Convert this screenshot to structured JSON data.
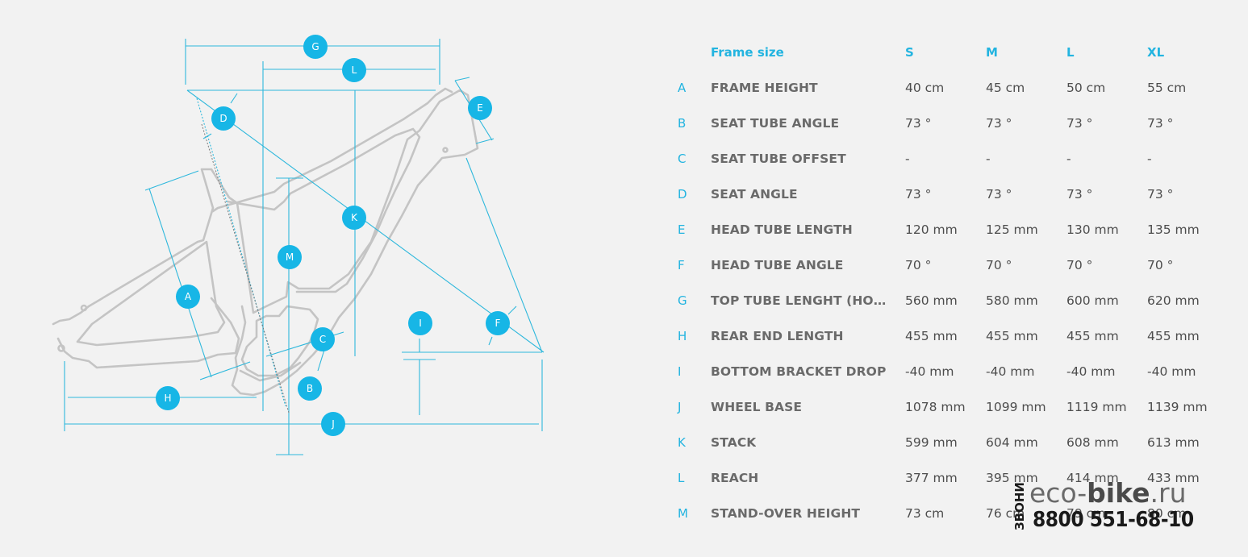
{
  "diagram": {
    "badges": [
      "G",
      "L",
      "D",
      "E",
      "K",
      "M",
      "A",
      "C",
      "I",
      "F",
      "B",
      "H",
      "J"
    ]
  },
  "table": {
    "headers": {
      "frame_size": "Frame size",
      "sizes": [
        "S",
        "M",
        "L",
        "XL"
      ]
    },
    "rows": [
      {
        "letter": "A",
        "label": "FRAME HEIGHT",
        "values": [
          "40 cm",
          "45 cm",
          "50 cm",
          "55 cm"
        ]
      },
      {
        "letter": "B",
        "label": "SEAT TUBE ANGLE",
        "values": [
          "73 °",
          "73 °",
          "73 °",
          "73 °"
        ]
      },
      {
        "letter": "C",
        "label": "SEAT TUBE OFFSET",
        "values": [
          "-",
          "-",
          "-",
          "-"
        ]
      },
      {
        "letter": "D",
        "label": "SEAT ANGLE",
        "values": [
          "73 °",
          "73 °",
          "73 °",
          "73 °"
        ]
      },
      {
        "letter": "E",
        "label": "HEAD TUBE LENGTH",
        "values": [
          "120 mm",
          "125 mm",
          "130 mm",
          "135 mm"
        ]
      },
      {
        "letter": "F",
        "label": "HEAD TUBE ANGLE",
        "values": [
          "70 °",
          "70 °",
          "70 °",
          "70 °"
        ]
      },
      {
        "letter": "G",
        "label": "TOP TUBE LENGHT (HORIZ...",
        "values": [
          "560 mm",
          "580 mm",
          "600 mm",
          "620 mm"
        ]
      },
      {
        "letter": "H",
        "label": "REAR END LENGTH",
        "values": [
          "455 mm",
          "455 mm",
          "455 mm",
          "455 mm"
        ]
      },
      {
        "letter": "I",
        "label": "BOTTOM BRACKET DROP",
        "values": [
          "-40 mm",
          "-40 mm",
          "-40 mm",
          "-40 mm"
        ]
      },
      {
        "letter": "J",
        "label": "WHEEL BASE",
        "values": [
          "1078 mm",
          "1099 mm",
          "1119 mm",
          "1139 mm"
        ]
      },
      {
        "letter": "K",
        "label": "STACK",
        "values": [
          "599 mm",
          "604 mm",
          "608 mm",
          "613 mm"
        ]
      },
      {
        "letter": "L",
        "label": "REACH",
        "values": [
          "377 mm",
          "395 mm",
          "414 mm",
          "433 mm"
        ]
      },
      {
        "letter": "M",
        "label": "STAND-OVER HEIGHT",
        "values": [
          "73 cm",
          "76 cm",
          "79 cm",
          "80 cm"
        ]
      }
    ]
  },
  "watermark": {
    "side_text": "ЗВОНИ",
    "logo_prefix": "eco-",
    "logo_bold": "bike",
    "logo_suffix": ".ru",
    "phone": "8800 551-68-10"
  },
  "colors": {
    "accent": "#17b6e6",
    "frame": "#c4c4c4",
    "background": "#f2f2f2"
  }
}
